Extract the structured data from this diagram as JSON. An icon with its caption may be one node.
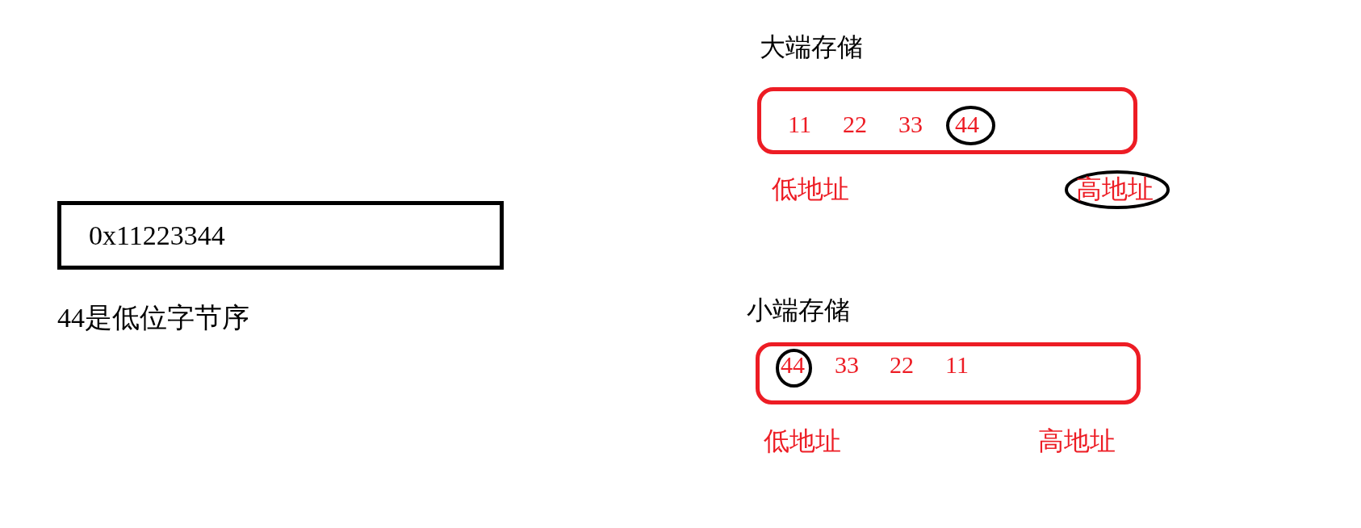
{
  "diagram": {
    "nodes": [
      {
        "text": [
          "大端存储",
          "11",
          "22",
          "33"
        ]
      },
      {
        "text": [
          "44"
        ],
        "in": 0
      },
      {
        "text": [
          "高地址"
        ]
      },
      {
        "text": [
          "0x11223344"
        ]
      },
      {
        "text": [
          "小端存储",
          "33",
          "22",
          "11"
        ]
      },
      {
        "text": [
          "44"
        ],
        "in": 4
      }
    ],
    "labels": [
      "低地址",
      "44是低位字节序",
      "低地址",
      "高地址"
    ]
  }
}
